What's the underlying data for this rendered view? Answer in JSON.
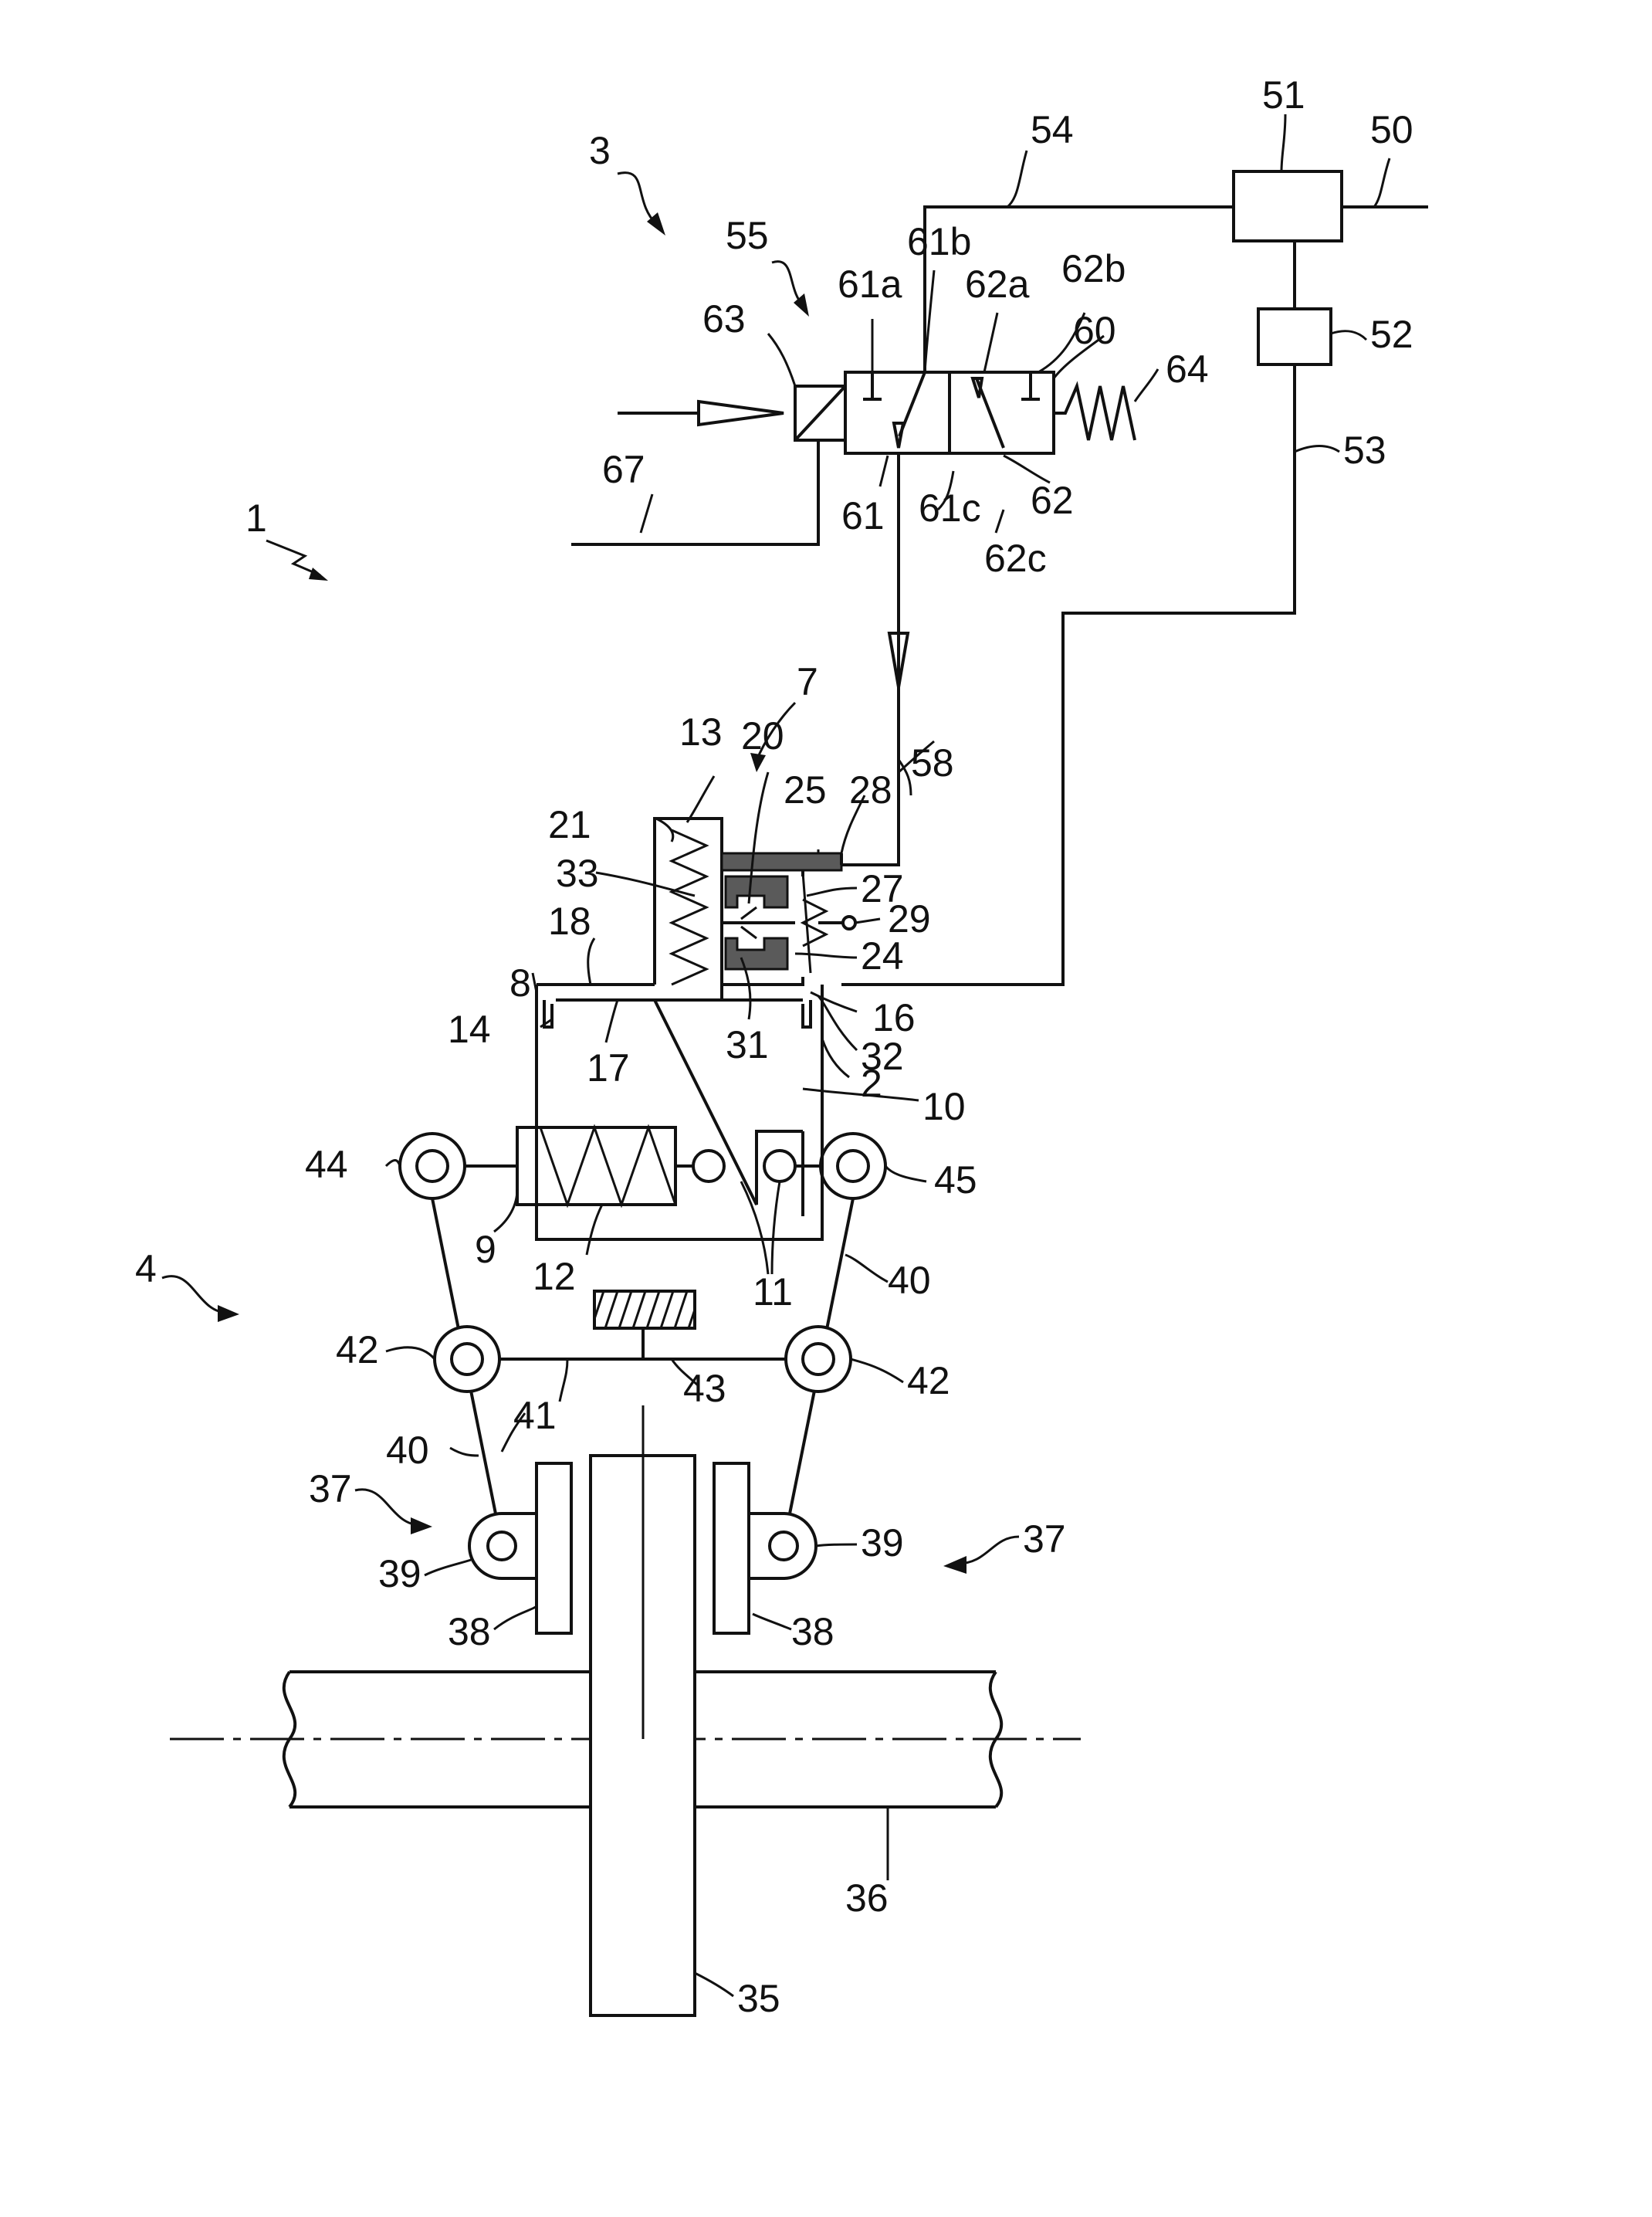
{
  "figure": {
    "colors": {
      "line": "#111111",
      "dark_fill": "#5a5a5a",
      "background": "#ffffff"
    },
    "labels": [
      {
        "id": "1",
        "text": "1"
      },
      {
        "id": "2",
        "text": "2"
      },
      {
        "id": "3",
        "text": "3"
      },
      {
        "id": "4",
        "text": "4"
      },
      {
        "id": "7",
        "text": "7"
      },
      {
        "id": "8",
        "text": "8"
      },
      {
        "id": "9",
        "text": "9"
      },
      {
        "id": "10",
        "text": "10"
      },
      {
        "id": "11",
        "text": "11"
      },
      {
        "id": "12",
        "text": "12"
      },
      {
        "id": "13",
        "text": "13"
      },
      {
        "id": "14",
        "text": "14"
      },
      {
        "id": "16",
        "text": "16"
      },
      {
        "id": "17",
        "text": "17"
      },
      {
        "id": "18",
        "text": "18"
      },
      {
        "id": "20",
        "text": "20"
      },
      {
        "id": "21",
        "text": "21"
      },
      {
        "id": "24",
        "text": "24"
      },
      {
        "id": "25",
        "text": "25"
      },
      {
        "id": "27",
        "text": "27"
      },
      {
        "id": "28",
        "text": "28"
      },
      {
        "id": "29",
        "text": "29"
      },
      {
        "id": "31",
        "text": "31"
      },
      {
        "id": "32",
        "text": "32"
      },
      {
        "id": "33",
        "text": "33"
      },
      {
        "id": "35",
        "text": "35"
      },
      {
        "id": "36",
        "text": "36"
      },
      {
        "id": "37a",
        "text": "37"
      },
      {
        "id": "37b",
        "text": "37"
      },
      {
        "id": "38a",
        "text": "38"
      },
      {
        "id": "38b",
        "text": "38"
      },
      {
        "id": "39a",
        "text": "39"
      },
      {
        "id": "39b",
        "text": "39"
      },
      {
        "id": "40a",
        "text": "40"
      },
      {
        "id": "40b",
        "text": "40"
      },
      {
        "id": "41",
        "text": "41"
      },
      {
        "id": "42a",
        "text": "42"
      },
      {
        "id": "42b",
        "text": "42"
      },
      {
        "id": "43",
        "text": "43"
      },
      {
        "id": "44",
        "text": "44"
      },
      {
        "id": "45",
        "text": "45"
      },
      {
        "id": "50",
        "text": "50"
      },
      {
        "id": "51",
        "text": "51"
      },
      {
        "id": "52",
        "text": "52"
      },
      {
        "id": "53",
        "text": "53"
      },
      {
        "id": "54",
        "text": "54"
      },
      {
        "id": "55",
        "text": "55"
      },
      {
        "id": "58",
        "text": "58"
      },
      {
        "id": "60",
        "text": "60"
      },
      {
        "id": "61",
        "text": "61"
      },
      {
        "id": "61a",
        "text": "61a"
      },
      {
        "id": "61b",
        "text": "61b"
      },
      {
        "id": "61c",
        "text": "61c"
      },
      {
        "id": "62",
        "text": "62"
      },
      {
        "id": "62a",
        "text": "62a"
      },
      {
        "id": "62b",
        "text": "62b"
      },
      {
        "id": "62c",
        "text": "62c"
      },
      {
        "id": "63",
        "text": "63"
      },
      {
        "id": "64",
        "text": "64"
      },
      {
        "id": "67",
        "text": "67"
      }
    ]
  }
}
